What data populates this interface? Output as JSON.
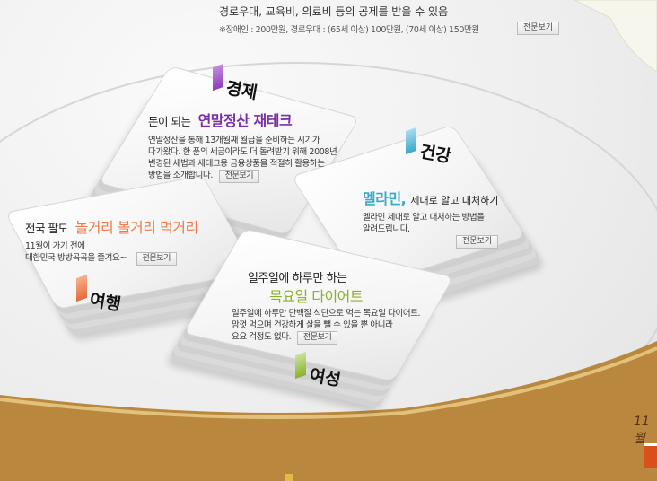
{
  "top": {
    "line1": "경로우대, 교육비, 의료비 등의 공제를 받을 수 있음",
    "line2": "※장애인 : 200만원, 경로우대 : (65세 이상) 100만원, (70세 이상) 150만원",
    "button": "전문보기"
  },
  "economy": {
    "category": "경제",
    "prefix": "돈이 되는",
    "title": "연말정산 재테크",
    "desc": [
      "연말정산을 통해 13개월째 월급을 준비하는 시기가",
      "다가왔다. 한 푼의 세금이라도 더 돌려받기 위해 2008년",
      "변경된 세법과 세테크용 금융상품을 적절히 활용하는",
      "방법을 소개합니다."
    ],
    "button": "전문보기",
    "color": "#7a2fa8"
  },
  "health": {
    "category": "건강",
    "title": "멜라민,",
    "suffix": "제대로 알고 대처하기",
    "desc": [
      "멜라민 제대로 알고 대처하는 방법을",
      "알려드립니다."
    ],
    "button": "전문보기",
    "color": "#3aa9c8"
  },
  "travel": {
    "category": "여행",
    "prefix": "전국 팔도",
    "title": "놀거리 볼거리 먹거리",
    "desc": [
      "11월이 가기 전에",
      "대한민국 방방곡곡을 즐겨요~"
    ],
    "button": "전문보기",
    "color": "#f07a4a"
  },
  "women": {
    "category": "여성",
    "prefix": "일주일에 하루만 하는",
    "title": "목요일 다이어트",
    "desc": [
      "일주일에 하루만 단백질 식단으로 먹는 목요일 다이어트.",
      "맘껏 먹으며 건강하게 살을 뺄 수 있을 뿐 아니라",
      "요요 걱정도 없다."
    ],
    "button": "전문보기",
    "color": "#8ab22a"
  },
  "corner": {
    "handwriting": "11월"
  }
}
